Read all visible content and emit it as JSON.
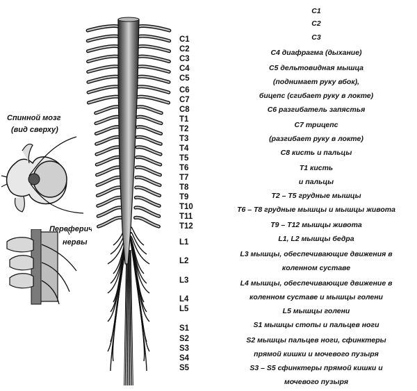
{
  "captions": {
    "spinal_cord": "Спинной мозг",
    "top_view": "(вид сверху)",
    "peripheral": "Перефериче",
    "nerves": "нервы"
  },
  "segments": [
    "C1",
    "C2",
    "C3",
    "C4",
    "C5",
    "C6",
    "C7",
    "C8",
    "T1",
    "T2",
    "T3",
    "T4",
    "T5",
    "T6",
    "T7",
    "T8",
    "T9",
    "T10",
    "T11",
    "T12",
    "L1",
    "L2",
    "L3",
    "L4",
    "L5",
    "S1",
    "S2",
    "S3",
    "S4",
    "S5"
  ],
  "functions": [
    "C1",
    "C2",
    "C3",
    "C4 диафрагма (дыхание)",
    "C5 дельтовидная мышца",
    "(поднимает руку вбок),",
    "бицепс (сгибает руку в локте)",
    "C6 разгибатель запястья",
    "C7 трицепс",
    "(разгибает руку в локте)",
    "C8 кисть и пальцы",
    "T1 кисть",
    "и пальцы",
    "T2 – T5 грудные мышцы",
    "T6 – T8 грудные мышцы и мышцы живота",
    "T9 – T12 мышцы живота",
    "L1, L2 мышцы бедра",
    "L3 мышцы, обеспечивающие движения в",
    "коленном суставе",
    "L4 мышцы, обеспечивающие движение в",
    "коленном суставе и мышцы голени",
    "L5 мышцы голени",
    "S1 мышцы стопы и пальцев ноги",
    "S2 мышцы пальцев ноги, сфинктеры",
    "прямой кишки и мочевого пузыря",
    "S3 – S5 сфинктеры прямой кишки и",
    "мочевого пузыря"
  ]
}
